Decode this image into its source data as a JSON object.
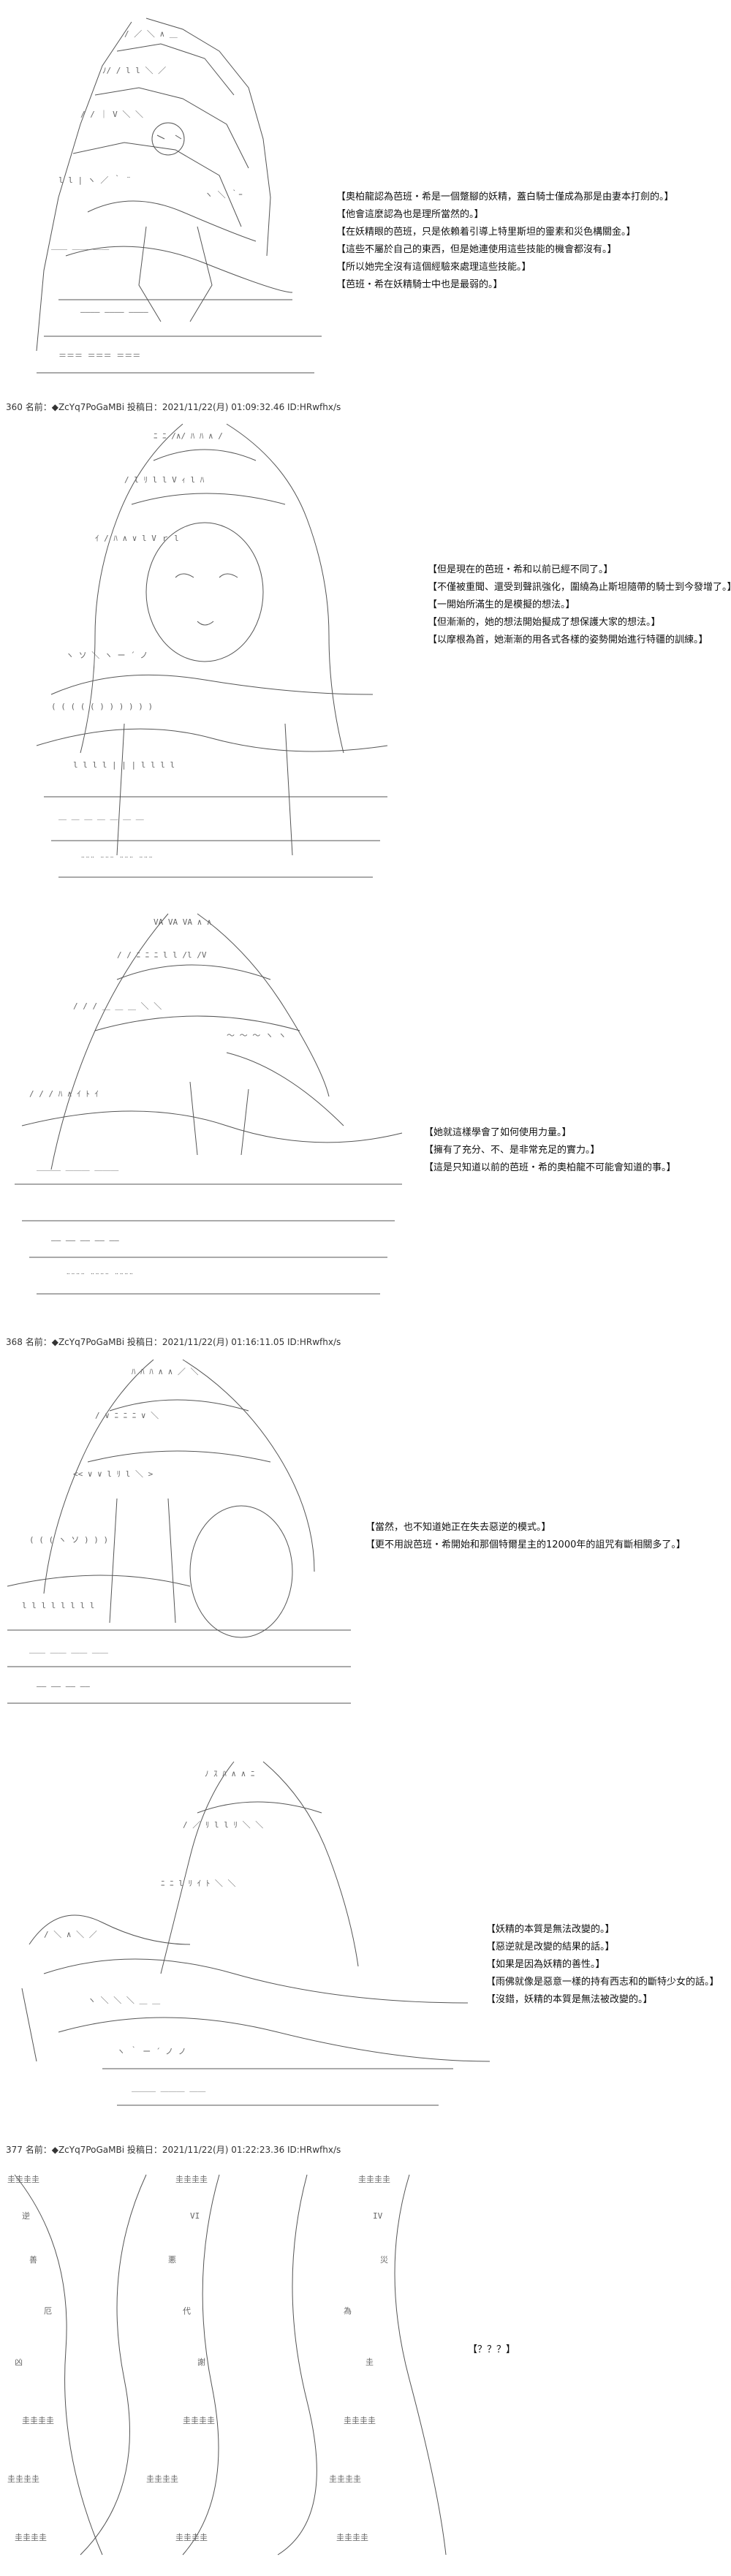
{
  "panels": [
    {
      "lines": [
        "【奧柏龍認為芭班・希是一個蹩腳的妖精，蓋白騎士僅成為那是由妻本打劍的。】",
        "【他會這麼認為也是理所當然的。】",
        "【在妖精眼的芭班，只是依賴着引導上特里斯坦的靈素和災色構關金。】",
        "【這些不屬於自己的東西，但是她連使用這些技能的機會都沒有。】",
        "【所以她完全沒有這個經驗來處理這些技能。】",
        "【芭班・希在妖精騎士中也是最弱的。】"
      ]
    },
    {
      "header": "360 名前：◆ZcYq7PoGaMBi 投稿日：2021/11/22(月) 01:09:32.46 ID:HRwfhx/s",
      "lines": [
        "【但是現在的芭班・希和以前已經不同了。】",
        "【不僅被重聞、還受到聲訊強化，圍繞為止斯坦隨帶的騎士到今發增了。】",
        "【一開始所滿生的是模擬的想法。】",
        "【但漸漸的，她的想法開始擬成了想保護大家的想法。】",
        "【以摩根為首，她漸漸的用各式各樣的姿勢開始進行特疆的訓練。】"
      ]
    },
    {
      "lines": [
        "【她就這樣學會了如何使用力量。】",
        "【擁有了充分、不、是非常充足的實力。】",
        "【這是只知道以前的芭班・希的奧柏龍不可能會知道的事。】"
      ]
    },
    {
      "header": "368 名前：◆ZcYq7PoGaMBi 投稿日：2021/11/22(月) 01:16:11.05 ID:HRwfhx/s",
      "lines": [
        "【當然，也不知道她正在失去惡逆的模式。】",
        "【更不用說芭班・希開始和那個特爾星主的12000年的詛咒有斷相關多了。】"
      ]
    },
    {
      "lines": [
        "【妖精的本質是無法改變的。】",
        "【惡逆就是改變的結果的話。】",
        "【如果是因為妖精的善性。】",
        "【雨佛就像是惡意一樣的持有西志和的斷特少女的話。】",
        "【沒錯，妖精的本質是無法被改變的。】"
      ]
    },
    {
      "header": "377 名前：◆ZcYq7PoGaMBi 投稿日：2021/11/22(月) 01:22:23.36 ID:HRwfhx/s",
      "lines": [
        "【？？？】"
      ],
      "glyphs": [
        "圭圭圭圭",
        "逆",
        "善",
        "悪",
        "災",
        "厄",
        "為",
        "VI",
        "IV",
        "代",
        "凶",
        "謝",
        "圭"
      ]
    }
  ]
}
